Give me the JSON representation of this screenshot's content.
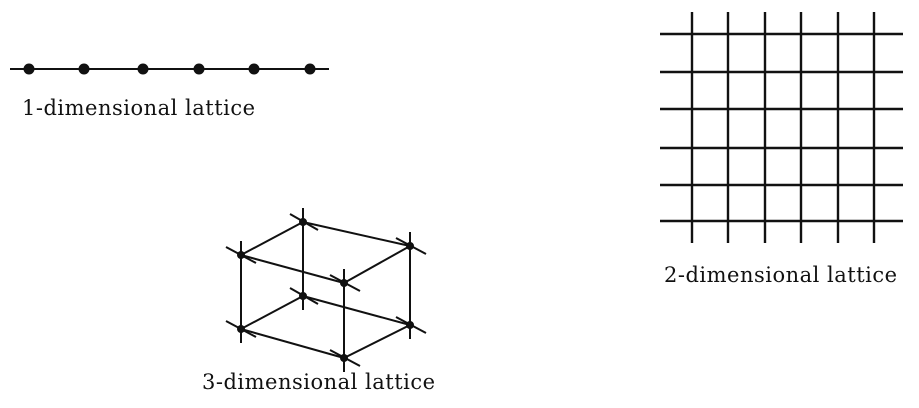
{
  "captions": {
    "one_d": "1-dimensional lattice",
    "two_d": "2-dimensional lattice",
    "three_d": "3-dimensional lattice"
  },
  "lattices": {
    "one_d": {
      "points": 6
    },
    "two_d": {
      "columns": 6,
      "rows": 6
    },
    "three_d": {
      "shape": "cube"
    }
  },
  "colors": {
    "ink": "#111111",
    "background": "#ffffff"
  }
}
